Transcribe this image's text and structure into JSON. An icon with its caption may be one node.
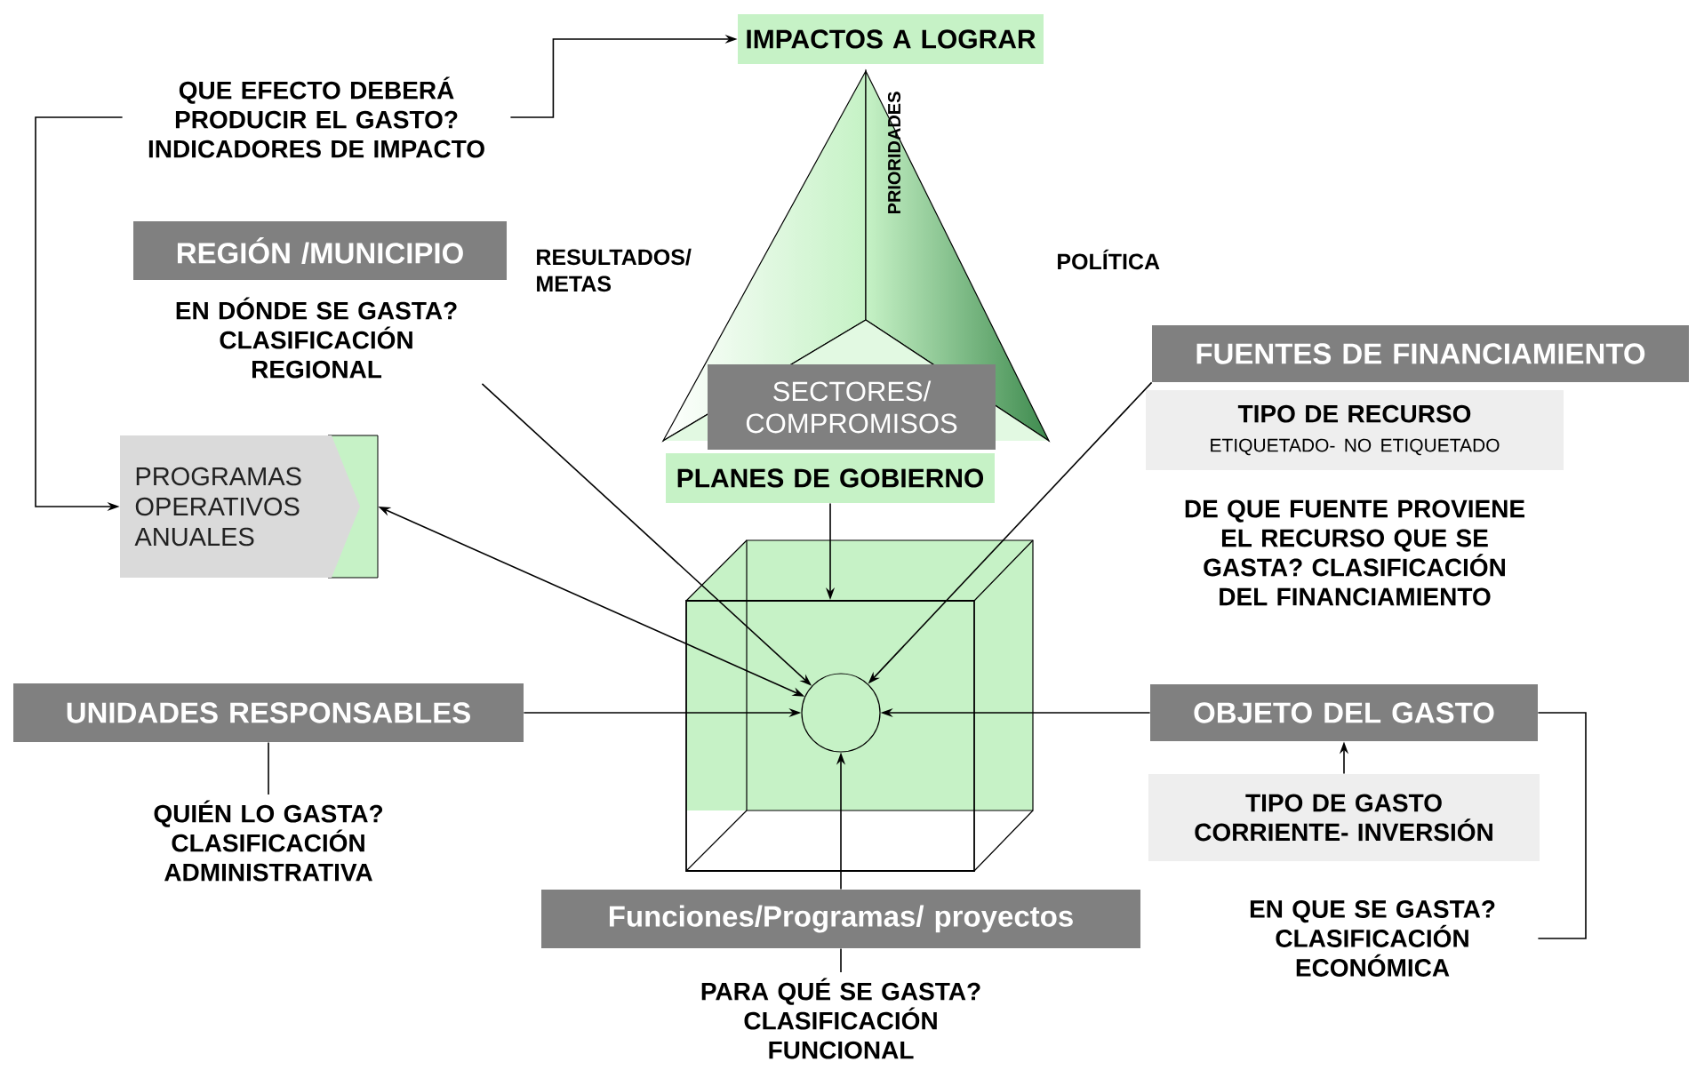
{
  "diagram": {
    "nodes": [
      {
        "text": [
          "IMPACTOS A LOGRAR"
        ]
      },
      {
        "text": [
          "QUE EFECTO DEBERÁ PRODUCIR EL GASTO? INDICADORES DE IMPACTO"
        ]
      },
      {
        "text": [
          "REGIÓN /MUNICIPIO"
        ]
      },
      {
        "text": [
          "EN DÓNDE SE GASTA? CLASIFICACIÓN REGIONAL"
        ]
      },
      {
        "text": [
          "SECTORES/ COMPROMISOS"
        ]
      },
      {
        "text": [
          "PLANES  DE GOBIERNO"
        ]
      },
      {
        "text": [
          "PROGRAMAS OPERATIVOS ANUALES"
        ]
      },
      {
        "text": [
          "FUENTES DE FINANCIAMIENTO"
        ]
      },
      {
        "text": [
          "TIPO DE RECURSO",
          "ETIQUETADO- NO ETIQUETADO"
        ]
      },
      {
        "text": [
          "DE QUE FUENTE PROVIENE EL RECURSO QUE SE GASTA? CLASIFICACIÓN DEL FINANCIAMIENTO"
        ]
      },
      {
        "text": [],
        "shape": "cube"
      },
      {
        "text": [],
        "shape": "circle",
        "in": 10
      },
      {
        "text": [
          "UNIDADES RESPONSABLES"
        ]
      },
      {
        "text": [
          "QUIÉN LO GASTA? CLASIFICACIÓN ADMINISTRATIVA"
        ]
      },
      {
        "text": [
          "OBJETO DEL GASTO"
        ]
      },
      {
        "text": [
          "TIPO DE GASTO CORRIENTE- INVERSIÓN"
        ]
      },
      {
        "text": [
          "EN QUE SE GASTA? CLASIFICACIÓN ECONÓMICA"
        ]
      },
      {
        "text": [
          "Funciones/Programas/ proyectos"
        ]
      },
      {
        "text": [
          "PARA QUÉ SE GASTA? CLASIFICACIÓN FUNCIONAL"
        ]
      }
    ],
    "edges": [
      {
        "from": 1,
        "to": 0,
        "arrow": "to"
      },
      {
        "from": 1,
        "to": 6,
        "arrow": "to"
      },
      {
        "from": 3,
        "to": 11,
        "arrow": "to"
      },
      {
        "from": 6,
        "to": 11,
        "arrow": "both"
      },
      {
        "from": 5,
        "to": 10,
        "arrow": "to"
      },
      {
        "from": 7,
        "to": 11,
        "arrow": "to"
      },
      {
        "from": 12,
        "to": 11,
        "arrow": "to"
      },
      {
        "from": 14,
        "to": 11,
        "arrow": "to"
      },
      {
        "from": 17,
        "to": 11,
        "arrow": "to"
      },
      {
        "from": 12,
        "to": 13,
        "arrow": "none"
      },
      {
        "from": 17,
        "to": 18,
        "arrow": "none"
      },
      {
        "from": 15,
        "to": 14,
        "arrow": "to"
      },
      {
        "from": 14,
        "to": 16,
        "arrow": "none"
      }
    ],
    "labels": [
      "RESULTADOS/ METAS",
      "PRIORIDADES",
      "POLÍTICA"
    ]
  }
}
